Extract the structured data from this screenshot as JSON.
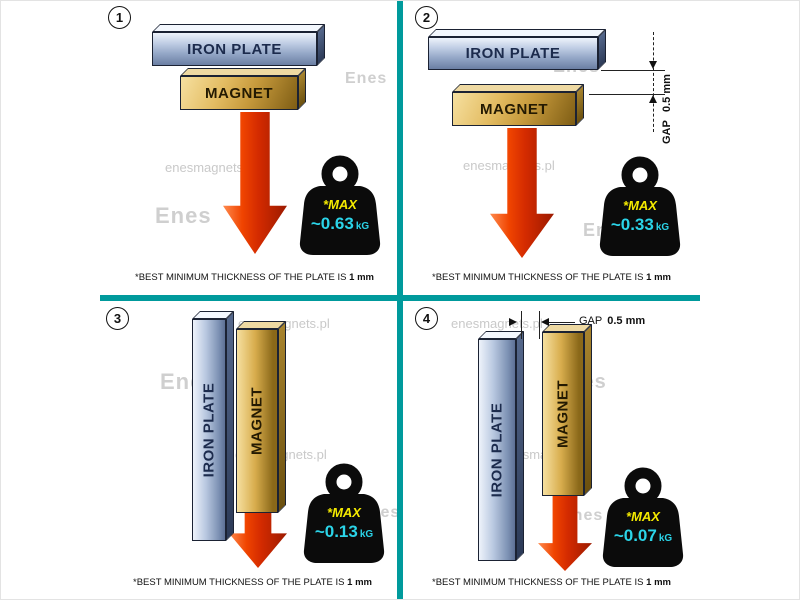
{
  "labels": {
    "iron_plate": "IRON PLATE",
    "magnet": "MAGNET",
    "max": "*MAX",
    "unit": "kG",
    "gap": "GAP",
    "gap_value": "0.5 mm"
  },
  "caption": {
    "text": "*BEST MINIMUM THICKNESS OF THE PLATE IS",
    "bold": "1 mm"
  },
  "watermark": {
    "site": "enesmagnets.pl",
    "logo": "Enes"
  },
  "panels": [
    {
      "number": "1",
      "max_value": "~0.63"
    },
    {
      "number": "2",
      "max_value": "~0.33"
    },
    {
      "number": "3",
      "max_value": "~0.13"
    },
    {
      "number": "4",
      "max_value": "~0.07"
    }
  ],
  "colors": {
    "divider": "#009a9c",
    "arrow": "#d42b00",
    "max_label": "#f4ea00",
    "max_value": "#2bd4e8",
    "iron_plate": "#93a6c6",
    "magnet": "#c79a3c"
  }
}
